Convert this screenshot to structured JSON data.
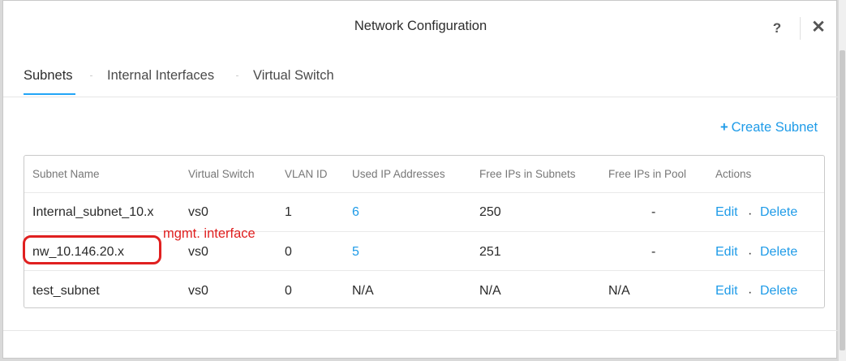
{
  "dialog": {
    "title": "Network Configuration",
    "help_label": "?",
    "close_label": "✕"
  },
  "tabs": [
    {
      "label": "Subnets",
      "active": true
    },
    {
      "label": "Internal Interfaces",
      "active": false
    },
    {
      "label": "Virtual Switch",
      "active": false
    }
  ],
  "actions": {
    "create_subnet_plus": "+",
    "create_subnet_label": "Create Subnet"
  },
  "table": {
    "headers": [
      "Subnet Name",
      "Virtual Switch",
      "VLAN ID",
      "Used IP Addresses",
      "Free IPs in Subnets",
      "Free IPs in Pool",
      "Actions"
    ],
    "rows": [
      {
        "name": "Internal_subnet_10.x",
        "vswitch": "vs0",
        "vlan": "1",
        "used_ips": "6",
        "free_subnet": "250",
        "free_pool": "-",
        "edit": "Edit",
        "sep": "·",
        "delete": "Delete"
      },
      {
        "name": "nw_10.146.20.x",
        "vswitch": "vs0",
        "vlan": "0",
        "used_ips": "5",
        "free_subnet": "251",
        "free_pool": "-",
        "edit": "Edit",
        "sep": "·",
        "delete": "Delete"
      },
      {
        "name": "test_subnet",
        "vswitch": "vs0",
        "vlan": "0",
        "used_ips": "N/A",
        "free_subnet": "N/A",
        "free_pool": "N/A",
        "edit": "Edit",
        "sep": "·",
        "delete": "Delete"
      }
    ]
  },
  "annotation": {
    "text": "mgmt. interface",
    "color": "#e02020"
  },
  "colors": {
    "accent": "#1e9be8",
    "tab_underline": "#22a5f7"
  }
}
